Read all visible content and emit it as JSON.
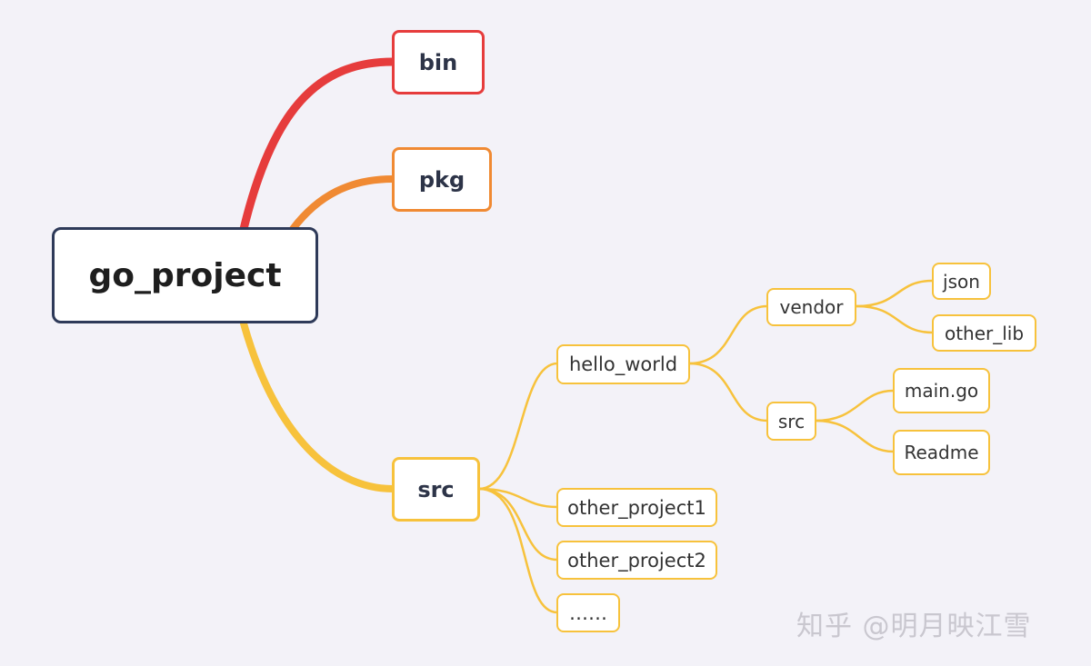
{
  "diagram": {
    "root": "go_project",
    "branches": {
      "bin": "bin",
      "pkg": "pkg",
      "src": "src"
    },
    "src_children": {
      "hello_world": "hello_world",
      "other_project1": "other_project1",
      "other_project2": "other_project2",
      "ellipsis": "……"
    },
    "hello_world_children": {
      "vendor": "vendor",
      "src": "src"
    },
    "vendor_children": {
      "json": "json",
      "other_lib": "other_lib"
    },
    "inner_src_children": {
      "main_go": "main.go",
      "readme": "Readme"
    }
  },
  "colors": {
    "bin": "#e63c3c",
    "pkg": "#f08a33",
    "src": "#f7c23c",
    "root_border": "#2e3a59"
  },
  "watermark": "知乎 @明月映江雪"
}
